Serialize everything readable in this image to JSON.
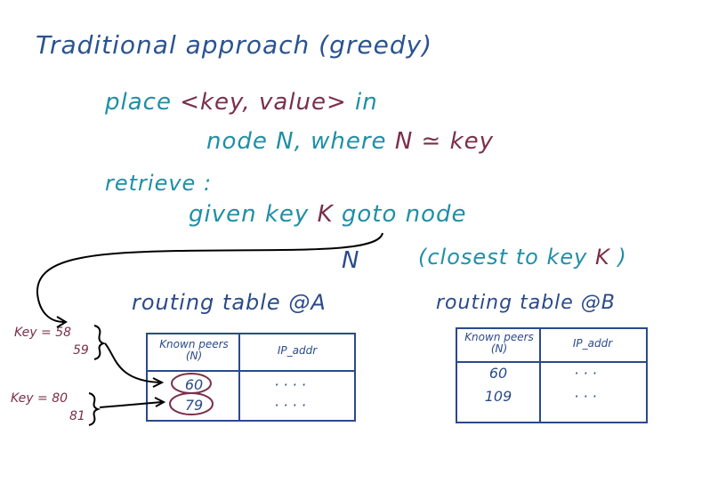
{
  "notes": {
    "title": "Traditional approach (greedy)",
    "place_line": [
      "place",
      "<key, value>",
      "in"
    ],
    "node_line": [
      "node N, where",
      "N ≃ key"
    ],
    "retrieve": "retrieve :",
    "given_line": [
      "given key",
      "K",
      "goto node"
    ],
    "n_label": "N",
    "closest_line": [
      "(closest to key",
      "K",
      ")"
    ]
  },
  "table_a": {
    "title": "routing table @A",
    "headers": [
      "Known peers (N)",
      "IP_addr"
    ],
    "rows": [
      [
        "60",
        "· · · ·"
      ],
      [
        "79",
        "· · · ·"
      ]
    ]
  },
  "table_b": {
    "title": "routing table @B",
    "headers": [
      "Known peers (N)",
      "IP_addr"
    ],
    "rows": [
      [
        "60",
        "· · ·"
      ],
      [
        "109",
        "· · ·"
      ]
    ]
  },
  "keys": [
    {
      "label": "Key = 58",
      "second": "59"
    },
    {
      "label": "Key = 80",
      "second": "81"
    }
  ],
  "colors": {
    "blue": "#2a5390",
    "teal": "#1f8fa6",
    "maroon": "#7a2f4a",
    "navy": "#2a4a8a",
    "ink": "#000000"
  }
}
